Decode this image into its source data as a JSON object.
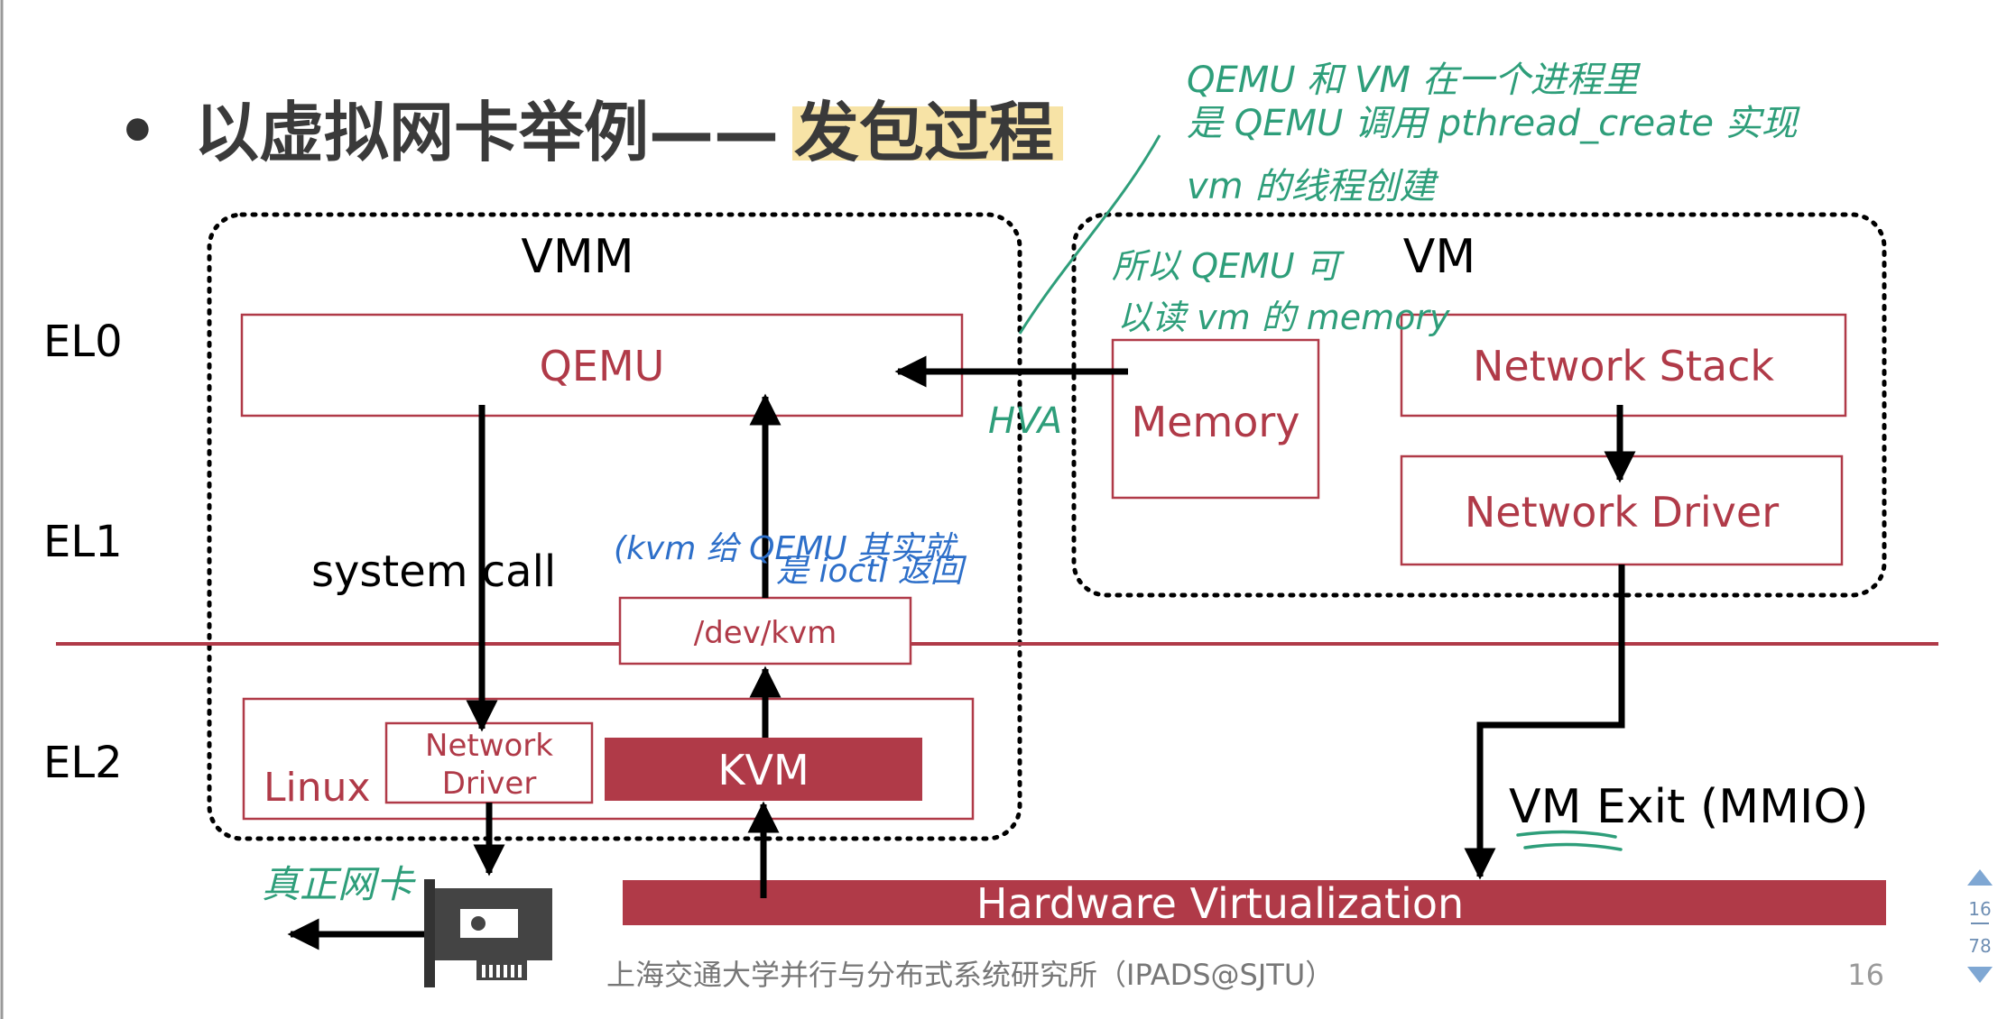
{
  "title": {
    "bullet": "•",
    "prefix": "以虚拟网卡举例——",
    "highlight": "发包过程"
  },
  "levels": {
    "el0": "EL0",
    "el1": "EL1",
    "el2": "EL2"
  },
  "vmm": {
    "label": "VMM",
    "qemu": "QEMU",
    "system_call": "system call",
    "dev_kvm": "/dev/kvm",
    "linux": "Linux",
    "network_driver_line1": "Network",
    "network_driver_line2": "Driver",
    "kvm": "KVM"
  },
  "vm": {
    "label": "VM",
    "memory": "Memory",
    "network_stack": "Network Stack",
    "network_driver": "Network Driver",
    "vm_exit": "VM Exit (MMIO)"
  },
  "hardware": {
    "label": "Hardware Virtualization"
  },
  "annotations": {
    "hva": "HVA",
    "qemu_vm_line1": "QEMU 和 VM 在一个进程里",
    "qemu_vm_line2": "是 QEMU 调用 pthread_create 实现",
    "qemu_vm_line3": "vm 的线程创建",
    "access_line1": "所以 QEMU 可",
    "access_line2": "以读 vm 的 memory",
    "kvm_line1": "(kvm 给 QEMU 其实就",
    "kvm_line2": "是 ioctl 返回",
    "real_nic": "真正网卡"
  },
  "footer": {
    "org": "上海交通大学并行与分布式系统研究所（IPADS@SJTU）",
    "page": "16"
  },
  "nav": {
    "current": "16",
    "total": "78"
  },
  "colors": {
    "red": "#B03A48",
    "green": "#2E9E7A",
    "blue": "#2D6FC9",
    "highlight": "#F7E3A6"
  }
}
